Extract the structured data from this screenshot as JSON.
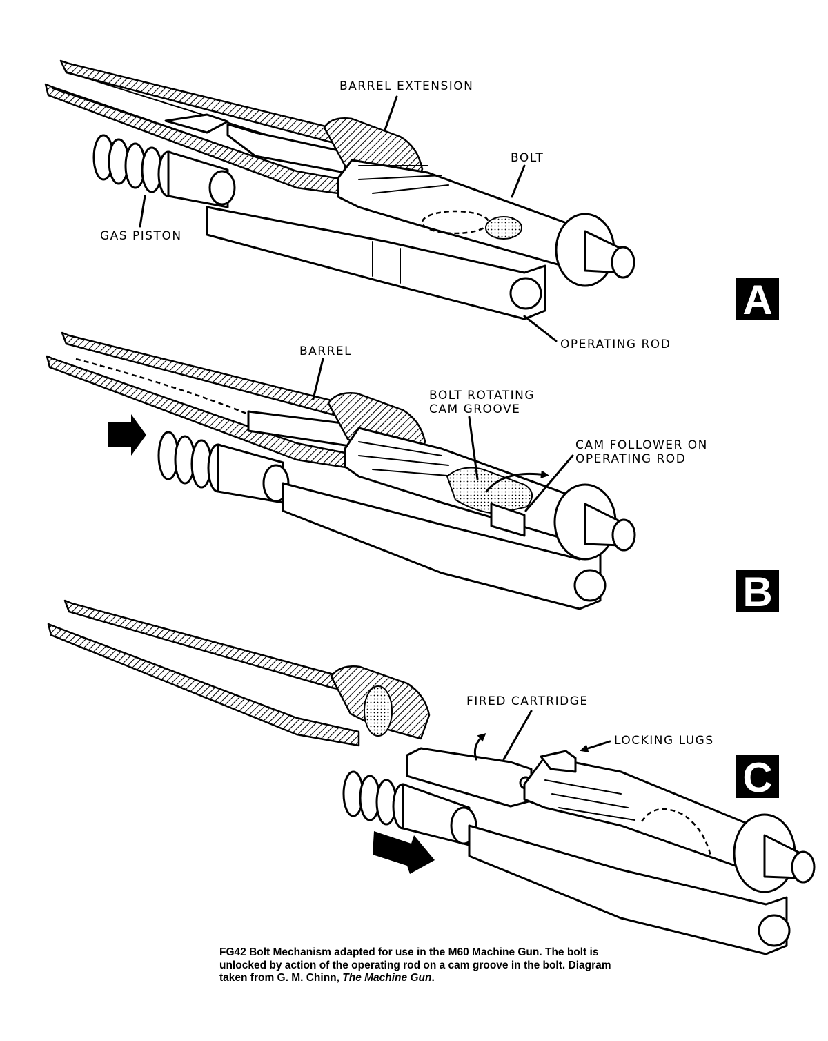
{
  "panels": [
    {
      "id": "A",
      "badge": "A",
      "labels": {
        "barrel_extension": "BARREL EXTENSION",
        "bolt": "BOLT",
        "gas_piston": "GAS PISTON",
        "operating_rod": "OPERATING ROD"
      }
    },
    {
      "id": "B",
      "badge": "B",
      "labels": {
        "barrel": "BARREL",
        "bolt_rotating_cam_groove_1": "BOLT ROTATING",
        "bolt_rotating_cam_groove_2": "CAM GROOVE",
        "cam_follower_1": "CAM FOLLOWER ON",
        "cam_follower_2": "OPERATING ROD"
      }
    },
    {
      "id": "C",
      "badge": "C",
      "labels": {
        "fired_cartridge": "FIRED CARTRIDGE",
        "locking_lugs": "LOCKING LUGS"
      }
    }
  ],
  "caption": {
    "text": "FG42 Bolt Mechanism adapted for use in the M60 Machine Gun. The bolt is unlocked by action of the operating rod on a cam groove in the bolt. Diagram taken from G. M. Chinn, ",
    "title": "The Machine Gun",
    "end": "."
  }
}
